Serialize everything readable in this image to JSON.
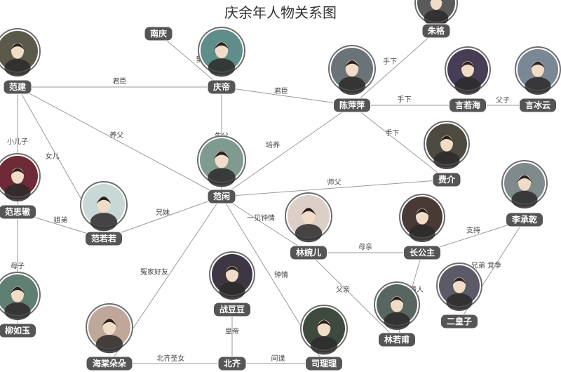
{
  "title": "庆余年人物关系图",
  "colors": {
    "edge": "#9a9a9a",
    "label_bg": "#555555",
    "ring": "#6e6e6e"
  },
  "nodes": [
    {
      "id": "zhuge",
      "label": "朱格",
      "avatar": true,
      "bg": "#5a5a5a"
    },
    {
      "id": "nanqing",
      "label": "南庆",
      "avatar": false
    },
    {
      "id": "qingdi",
      "label": "庆帝",
      "avatar": true,
      "bg": "#5f8d89"
    },
    {
      "id": "fanjian",
      "label": "范建",
      "avatar": true,
      "bg": "#5b5a4a"
    },
    {
      "id": "chenpingping",
      "label": "陈萍萍",
      "avatar": true,
      "bg": "#6a7378"
    },
    {
      "id": "yanruohai",
      "label": "言若海",
      "avatar": true,
      "bg": "#473d55"
    },
    {
      "id": "yanbingyun",
      "label": "言冰云",
      "avatar": true,
      "bg": "#7a8795"
    },
    {
      "id": "feijie",
      "label": "费介",
      "avatar": true,
      "bg": "#4d4a40"
    },
    {
      "id": "fanxian",
      "label": "范闲",
      "avatar": true,
      "bg": "#7f9a8f"
    },
    {
      "id": "fansizhe",
      "label": "范思辙",
      "avatar": true,
      "bg": "#6e2a36"
    },
    {
      "id": "fanruoruo",
      "label": "范若若",
      "avatar": true,
      "bg": "#c8d8d6"
    },
    {
      "id": "lichengqian",
      "label": "李承乾",
      "avatar": true,
      "bg": "#7e8a8c"
    },
    {
      "id": "zhangongzhu",
      "label": "长公主",
      "avatar": true,
      "bg": "#4a3a35"
    },
    {
      "id": "linwaner",
      "label": "林婉儿",
      "avatar": true,
      "bg": "#dccfc8"
    },
    {
      "id": "erhuangzi",
      "label": "二皇子",
      "avatar": true,
      "bg": "#5c5a66"
    },
    {
      "id": "linruofu",
      "label": "林若甫",
      "avatar": true,
      "bg": "#586560"
    },
    {
      "id": "liuruyu",
      "label": "柳如玉",
      "avatar": true,
      "bg": "#5f7f72"
    },
    {
      "id": "zhandoudou",
      "label": "战豆豆",
      "avatar": true,
      "bg": "#3e3642"
    },
    {
      "id": "haitangduoduo",
      "label": "海棠朵朵",
      "avatar": true,
      "bg": "#bfa79a"
    },
    {
      "id": "beiqi",
      "label": "北齐",
      "avatar": false
    },
    {
      "id": "silili",
      "label": "司理理",
      "avatar": true,
      "bg": "#3f4a3e"
    }
  ],
  "edges": [
    {
      "from": "nanqing",
      "to": "qingdi",
      "label": "皇帝"
    },
    {
      "from": "fanjian",
      "to": "qingdi",
      "label": "君臣"
    },
    {
      "from": "chenpingping",
      "to": "qingdi",
      "label": "君臣"
    },
    {
      "from": "chenpingping",
      "to": "zhuge",
      "label": "手下"
    },
    {
      "from": "chenpingping",
      "to": "yanruohai",
      "label": "手下"
    },
    {
      "from": "yanruohai",
      "to": "yanbingyun",
      "label": "父子"
    },
    {
      "from": "chenpingping",
      "to": "feijie",
      "label": "手下"
    },
    {
      "from": "chenpingping",
      "to": "fanxian",
      "label": "培养"
    },
    {
      "from": "fanxian",
      "to": "qingdi",
      "label": "生父"
    },
    {
      "from": "fanjian",
      "to": "fanxian",
      "label": "养父"
    },
    {
      "from": "fanjian",
      "to": "fansizhe",
      "label": "小儿子"
    },
    {
      "from": "fanjian",
      "to": "fanruoruo",
      "label": "女儿"
    },
    {
      "from": "fanxian",
      "to": "feijie",
      "label": "师父"
    },
    {
      "from": "fanxian",
      "to": "fanruoruo",
      "label": "兄妹"
    },
    {
      "from": "fansizhe",
      "to": "fanruoruo",
      "label": "姐弟"
    },
    {
      "from": "fansizhe",
      "to": "liuruyu",
      "label": "母子"
    },
    {
      "from": "fanxian",
      "to": "linwaner",
      "label": "一见钟情"
    },
    {
      "from": "linwaner",
      "to": "zhangongzhu",
      "label": "母亲"
    },
    {
      "from": "zhangongzhu",
      "to": "lichengqian",
      "label": "支持"
    },
    {
      "from": "linwaner",
      "to": "linruofu",
      "label": "父亲"
    },
    {
      "from": "zhangongzhu",
      "to": "linruofu",
      "label": "情人"
    },
    {
      "from": "lichengqian",
      "to": "erhuangzi",
      "label": "兄弟 竞争"
    },
    {
      "from": "fanxian",
      "to": "haitangduoduo",
      "label": "冤家好友"
    },
    {
      "from": "fanxian",
      "to": "silili",
      "label": "钟情"
    },
    {
      "from": "zhandoudou",
      "to": "beiqi",
      "label": "皇帝"
    },
    {
      "from": "haitangduoduo",
      "to": "beiqi",
      "label": "北齐圣女"
    },
    {
      "from": "beiqi",
      "to": "silili",
      "label": "间谍"
    }
  ]
}
